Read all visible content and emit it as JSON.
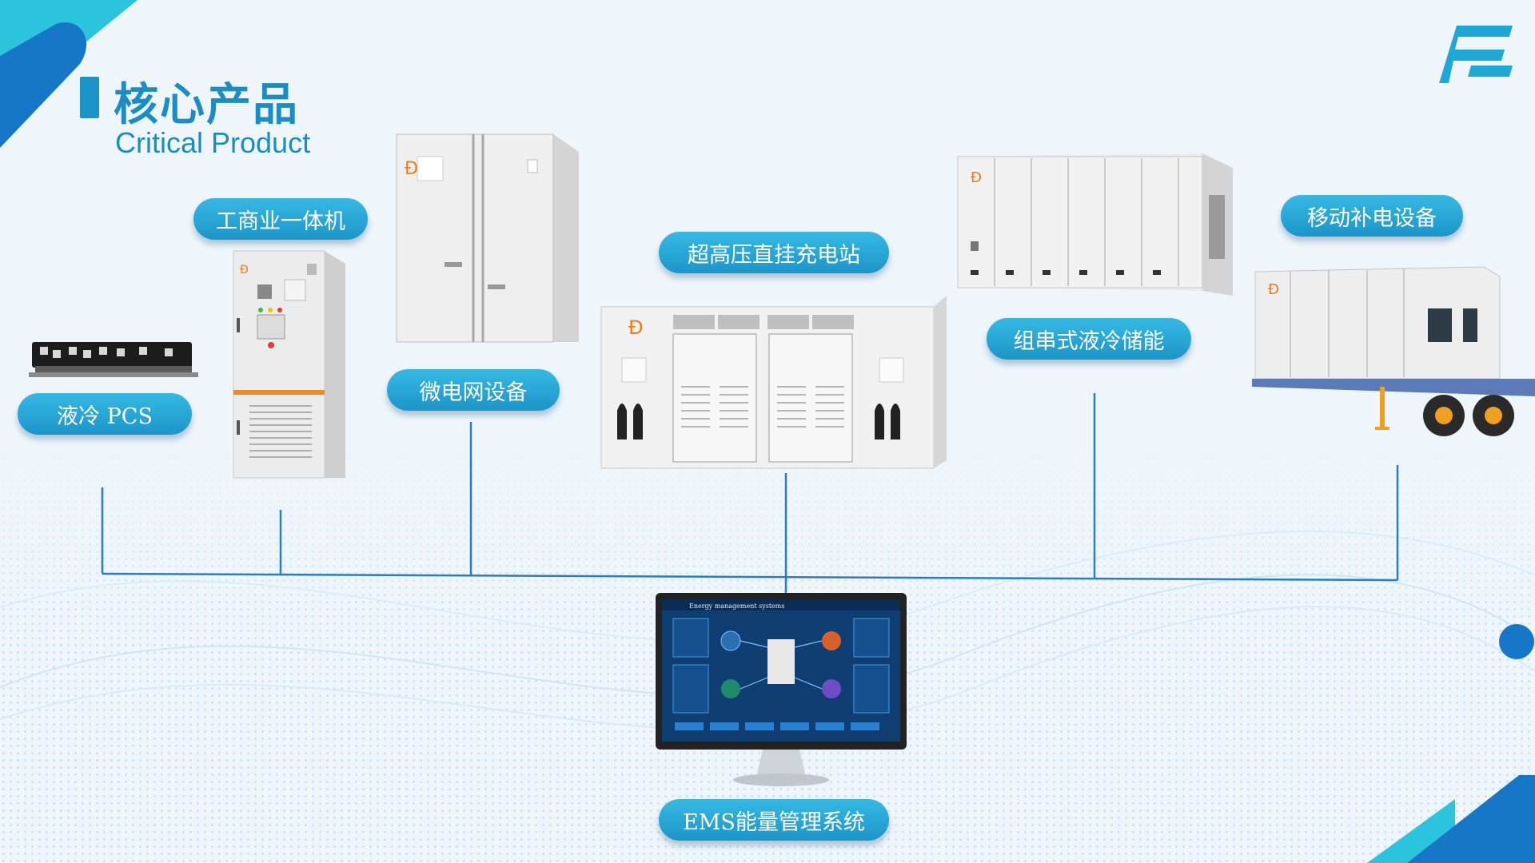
{
  "header": {
    "title_cn": "核心产品",
    "title_en": "Critical Product"
  },
  "products": [
    {
      "key": "liquid-pcs",
      "label": "液冷 PCS"
    },
    {
      "key": "ci-integrated",
      "label": "工商业一体机"
    },
    {
      "key": "microgrid",
      "label": "微电网设备"
    },
    {
      "key": "uhv-charging",
      "label": "超高压直挂充电站"
    },
    {
      "key": "string-liquid-storage",
      "label": "组串式液冷储能"
    },
    {
      "key": "mobile-charging",
      "label": "移动补电设备"
    }
  ],
  "ems": {
    "label": "EMS能量管理系统",
    "screen_title": "Energy management systems"
  },
  "colors": {
    "accent": "#1b8dc4",
    "pill": "#2aa8d8",
    "line": "#2b7cc4",
    "background": "#eef6fb"
  }
}
